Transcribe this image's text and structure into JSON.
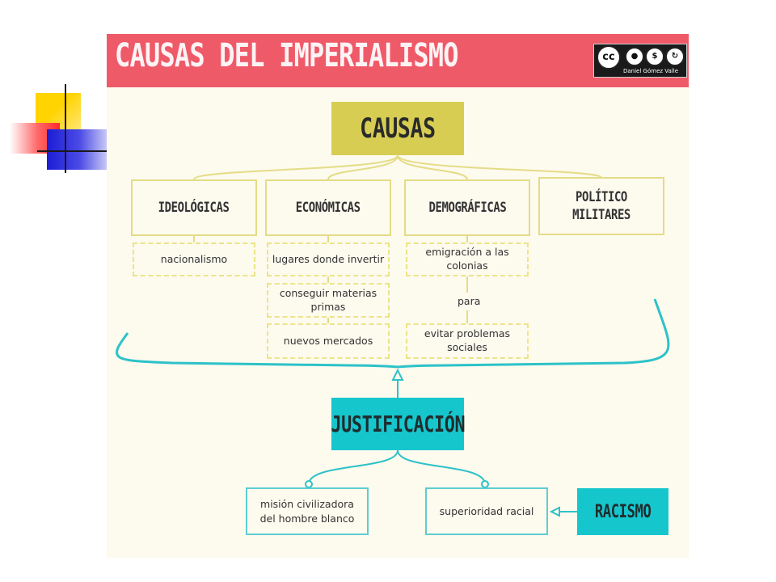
{
  "title": "CAUSAS DEL IMPERIALISMO",
  "license": {
    "icons": [
      "cc-icon",
      "by-icon",
      "nc-icon",
      "sa-icon"
    ],
    "author": "Daniel Gómez Valle"
  },
  "colors": {
    "header": "#ef5a69",
    "background": "#fdfaee",
    "causas": "#d7cd52",
    "justificacion": "#16c6cd",
    "border_yellow": "#e4dc86",
    "connector_teal": "#2cc2c8"
  },
  "diagram": {
    "root": "CAUSAS",
    "categories": [
      "IDEOLÓGICAS",
      "ECONÓMICAS",
      "DEMOGRÁFICAS",
      "POLÍTICO MILITARES"
    ],
    "ideologicas": [
      "nacionalismo"
    ],
    "economicas": [
      "lugares donde invertir",
      "conseguir materias primas",
      "nuevos mercados"
    ],
    "demograficas": [
      "emigración a las colonias",
      "evitar problemas sociales"
    ],
    "connector_label": "para",
    "justificacion": "JUSTIFICACIÓN",
    "justificacion_items": [
      "misión civilizadora del hombre blanco",
      "superioridad racial"
    ],
    "racismo": "RACISMO"
  }
}
